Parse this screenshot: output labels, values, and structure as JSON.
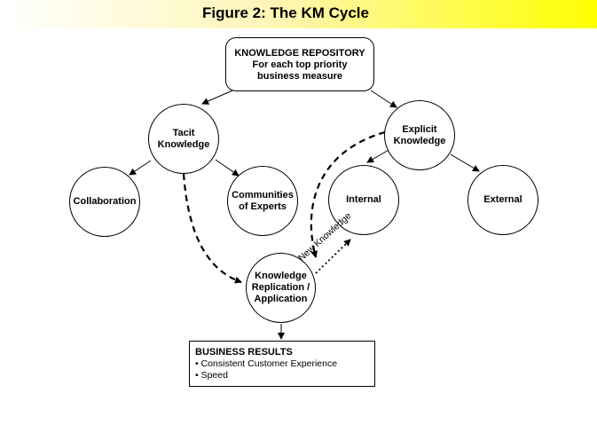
{
  "title": "Figure 2: The KM Cycle",
  "repository": {
    "line1": "KNOWLEDGE REPOSITORY",
    "line2": "For each top priority",
    "line3": "business measure"
  },
  "nodes": {
    "tacit": "Tacit\nKnowledge",
    "explicit": "Explicit\nKnowledge",
    "collaboration": "Collaboration",
    "communities": "Communities\nof Experts",
    "internal": "Internal",
    "external": "External",
    "replication": "Knowledge\nReplication /\nApplication"
  },
  "edge_label_new_knowledge": "New Knowledge",
  "results": {
    "heading": "BUSINESS RESULTS",
    "items": [
      "• Consistent Customer Experience",
      "• Speed"
    ]
  }
}
